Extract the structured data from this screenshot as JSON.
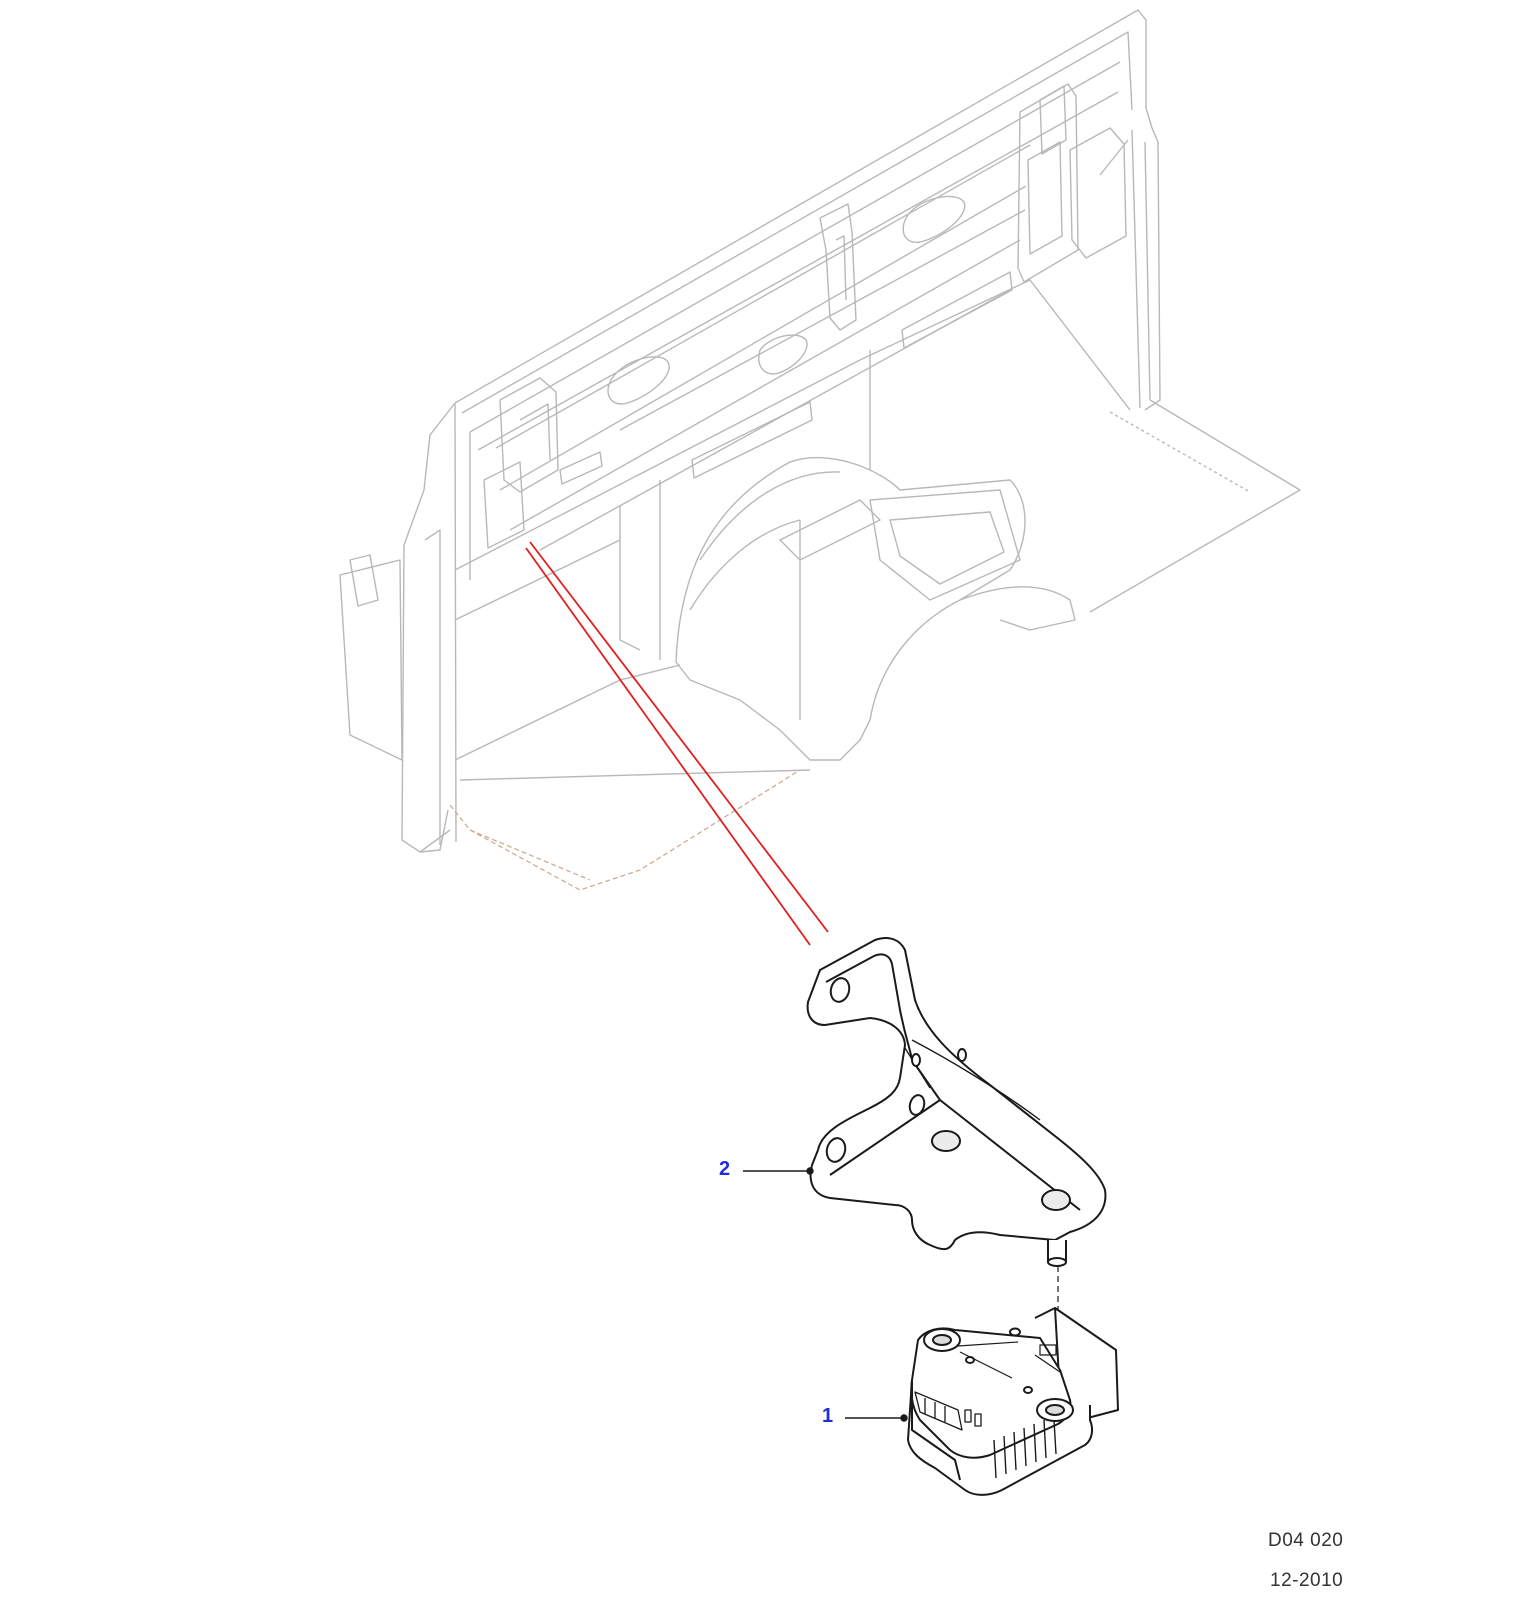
{
  "callouts": [
    {
      "id": "1",
      "label": "1"
    },
    {
      "id": "2",
      "label": "2"
    }
  ],
  "footer": {
    "code": "D04 020",
    "date": "12-2010"
  },
  "colors": {
    "callout_text": "#1f2ed8",
    "leader_line": "#e02020",
    "line_primary": "#1a1a1a",
    "line_ghost": "#b8b8b8",
    "line_floor": "#c8a890"
  }
}
